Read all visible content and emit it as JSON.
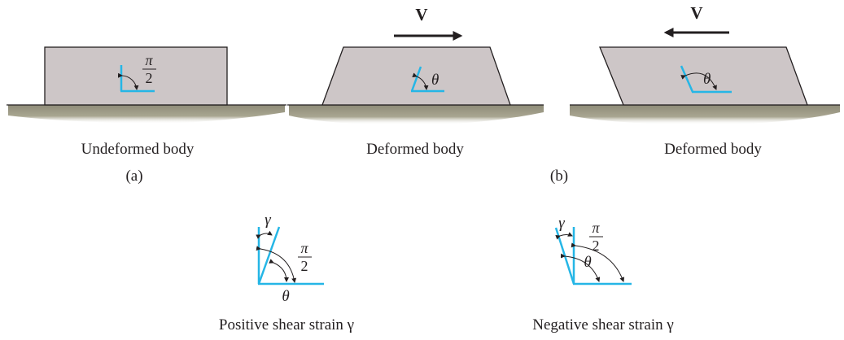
{
  "colors": {
    "block_fill": "#cdc6c7",
    "block_stroke": "#231f20",
    "element_lines": "#25b6e6",
    "ground": "#9d9a86",
    "text": "#231f20"
  },
  "panels": {
    "undeformed": {
      "caption": "Undeformed body",
      "angle_num": "π",
      "angle_den": "2"
    },
    "deformed_right": {
      "caption": "Deformed body",
      "force_label": "V",
      "angle_label": "θ"
    },
    "deformed_left": {
      "caption": "Deformed body",
      "force_label": "V",
      "angle_label": "θ"
    },
    "label_a": "(a)",
    "label_b": "(b)"
  },
  "positive_strain": {
    "caption": "Positive shear strain γ",
    "gamma": "γ",
    "half_pi_num": "π",
    "half_pi_den": "2",
    "theta": "θ"
  },
  "negative_strain": {
    "caption": "Negative shear strain γ",
    "gamma": "γ",
    "half_pi_num": "π",
    "half_pi_den": "2",
    "theta": "θ"
  }
}
